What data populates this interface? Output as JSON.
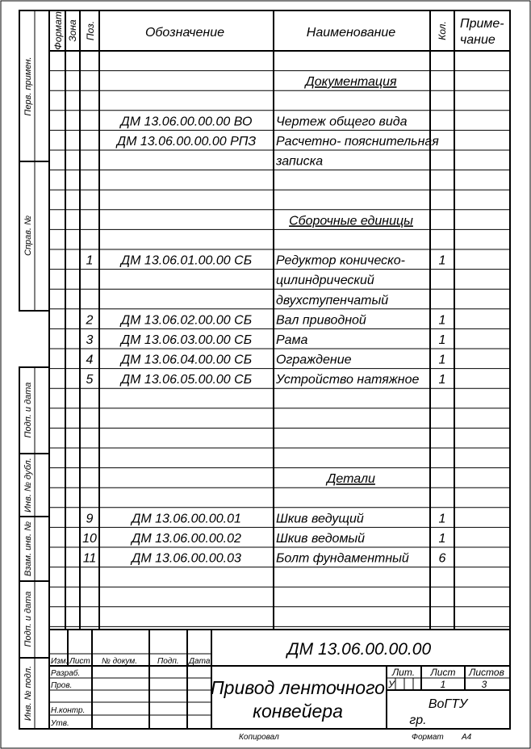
{
  "header": {
    "format": "Формат",
    "zone": "Зона",
    "pos": "Поз.",
    "designation": "Обозначение",
    "name": "Наименование",
    "qty": "Кол.",
    "note_line1": "Приме-",
    "note_line2": "чание"
  },
  "side_labels": {
    "perv_primen": "Перв. примен.",
    "sprav_no": "Справ. №",
    "podp_data_1": "Подп. и дата",
    "inv_dubl": "Инв. № дубл.",
    "vzam_inv": "Взам. инв. №",
    "podp_data_2": "Подп. и дата",
    "inv_podl": "Инв. № подл."
  },
  "rows": [
    {
      "pos": "",
      "designation": "",
      "name": "",
      "qty": ""
    },
    {
      "pos": "",
      "designation": "",
      "name": "Документация",
      "qty": "",
      "section": true
    },
    {
      "pos": "",
      "designation": "",
      "name": "",
      "qty": ""
    },
    {
      "pos": "",
      "designation": "ДМ 13.06.00.00.00  ВО",
      "name": "Чертеж общего вида",
      "qty": ""
    },
    {
      "pos": "",
      "designation": "ДМ 13.06.00.00.00  РПЗ",
      "name": "Расчетно- пояснительная",
      "qty": ""
    },
    {
      "pos": "",
      "designation": "",
      "name": "записка",
      "qty": ""
    },
    {
      "pos": "",
      "designation": "",
      "name": "",
      "qty": ""
    },
    {
      "pos": "",
      "designation": "",
      "name": "",
      "qty": ""
    },
    {
      "pos": "",
      "designation": "",
      "name": "Сборочные единицы",
      "qty": "",
      "section": true
    },
    {
      "pos": "",
      "designation": "",
      "name": "",
      "qty": ""
    },
    {
      "pos": "1",
      "designation": "ДМ 13.06.01.00.00  СБ",
      "name": "Редуктор коническо-",
      "qty": "1"
    },
    {
      "pos": "",
      "designation": "",
      "name": "цилиндрический",
      "qty": ""
    },
    {
      "pos": "",
      "designation": "",
      "name": "двухступенчатый",
      "qty": ""
    },
    {
      "pos": "2",
      "designation": "ДМ 13.06.02.00.00  СБ",
      "name": "Вал приводной",
      "qty": "1"
    },
    {
      "pos": "3",
      "designation": "ДМ 13.06.03.00.00  СБ",
      "name": "Рама",
      "qty": "1"
    },
    {
      "pos": "4",
      "designation": "ДМ 13.06.04.00.00  СБ",
      "name": "Ограждение",
      "qty": "1"
    },
    {
      "pos": "5",
      "designation": "ДМ 13.06.05.00.00  СБ",
      "name": "Устройство натяжное",
      "qty": "1"
    },
    {
      "pos": "",
      "designation": "",
      "name": "",
      "qty": ""
    },
    {
      "pos": "",
      "designation": "",
      "name": "",
      "qty": ""
    },
    {
      "pos": "",
      "designation": "",
      "name": "",
      "qty": ""
    },
    {
      "pos": "",
      "designation": "",
      "name": "",
      "qty": ""
    },
    {
      "pos": "",
      "designation": "",
      "name": "Детали",
      "qty": "",
      "section": true
    },
    {
      "pos": "",
      "designation": "",
      "name": "",
      "qty": ""
    },
    {
      "pos": "9",
      "designation": "ДМ 13.06.00.00.01",
      "name": "Шкив ведущий",
      "qty": "1"
    },
    {
      "pos": "10",
      "designation": "ДМ 13.06.00.00.02",
      "name": "Шкив ведомый",
      "qty": "1"
    },
    {
      "pos": "11",
      "designation": "ДМ 13.06.00.00.03",
      "name": "Болт фундаментный",
      "qty": "6"
    },
    {
      "pos": "",
      "designation": "",
      "name": "",
      "qty": ""
    },
    {
      "pos": "",
      "designation": "",
      "name": "",
      "qty": ""
    },
    {
      "pos": "",
      "designation": "",
      "name": "",
      "qty": ""
    }
  ],
  "title_block": {
    "doc_code": "ДМ 13.06.00.00.00",
    "col_izm": "Изм.",
    "col_list": "Лист",
    "col_ndokum": "№ докум.",
    "col_podp": "Подп.",
    "col_data": "Дата",
    "razrab": "Разраб.",
    "prov": "Пров.",
    "nkontr": "Н.контр.",
    "utv": "Утв.",
    "title_line1": "Привод ленточного",
    "title_line2": "конвейера",
    "lit": "Лит.",
    "list": "Лист",
    "listov": "Листов",
    "lit_value": "У",
    "list_value": "1",
    "listov_value": "3",
    "org_line1": "ВоГТУ",
    "org_line2": "гр."
  },
  "footer": {
    "kopiroval": "Копировал",
    "format_label": "Формат",
    "format_value": "А4"
  }
}
